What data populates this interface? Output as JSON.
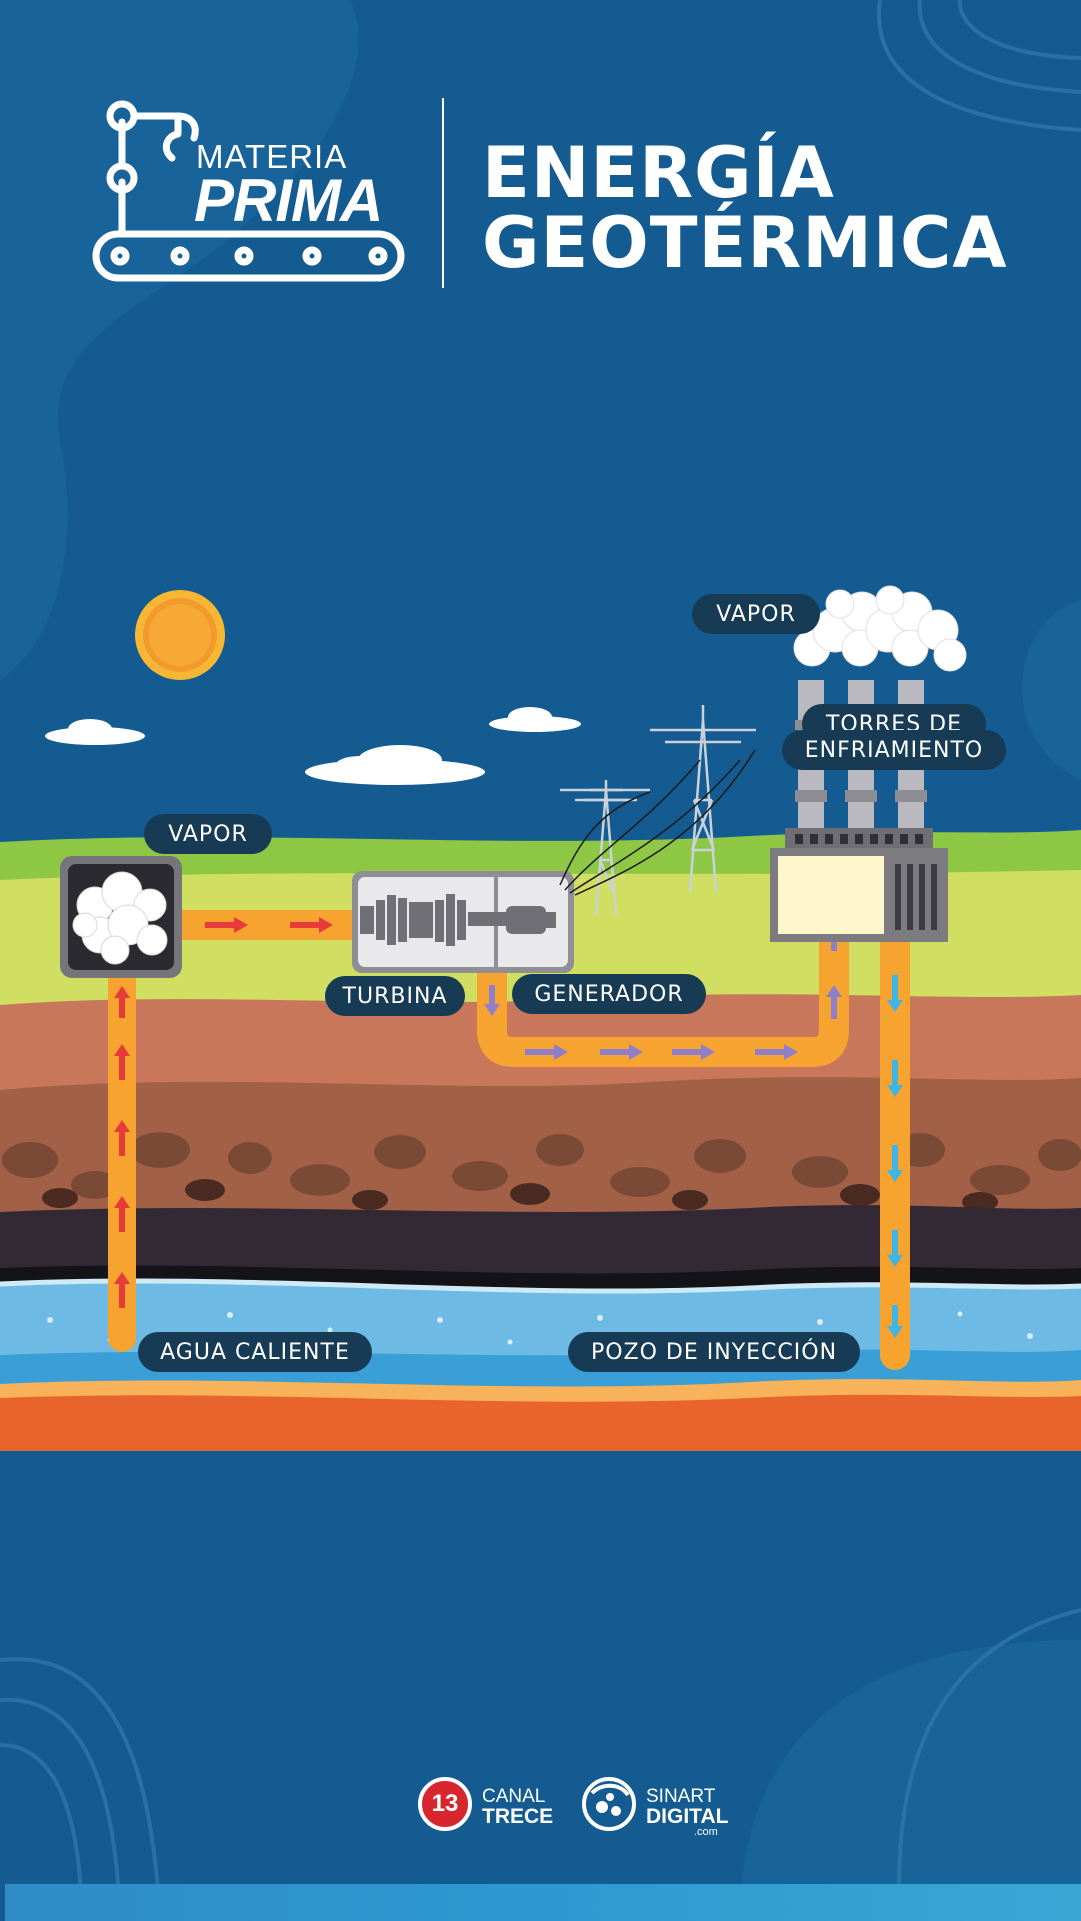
{
  "header": {
    "brand_line1": "MATERIA",
    "brand_line2": "PRIMA",
    "title_line1": "ENERGÍA",
    "title_line2": "GEOTÉRMICA"
  },
  "diagram": {
    "labels": {
      "vapor_left": "VAPOR",
      "vapor_top": "VAPOR",
      "torres_line1": "TORRES DE",
      "torres_line2": "ENFRIAMIENTO",
      "turbina": "TURBINA",
      "generador": "GENERADOR",
      "agua_caliente": "AGUA CALIENTE",
      "pozo": "POZO DE INYECCIÓN"
    }
  },
  "footer": {
    "canal_number": "13",
    "canal_line1": "CANAL",
    "canal_line2": "TRECE",
    "sinart_line1": "SINART",
    "sinart_line2": "DIGITAL",
    "sinart_suffix": ".com"
  },
  "colors": {
    "background": "#135b91",
    "label_bg": "#173b54",
    "pipe": "#f6a330",
    "arrow_red": "#e83a3a",
    "arrow_purple": "#8f7fc8",
    "arrow_cyan": "#3fb5e3"
  }
}
